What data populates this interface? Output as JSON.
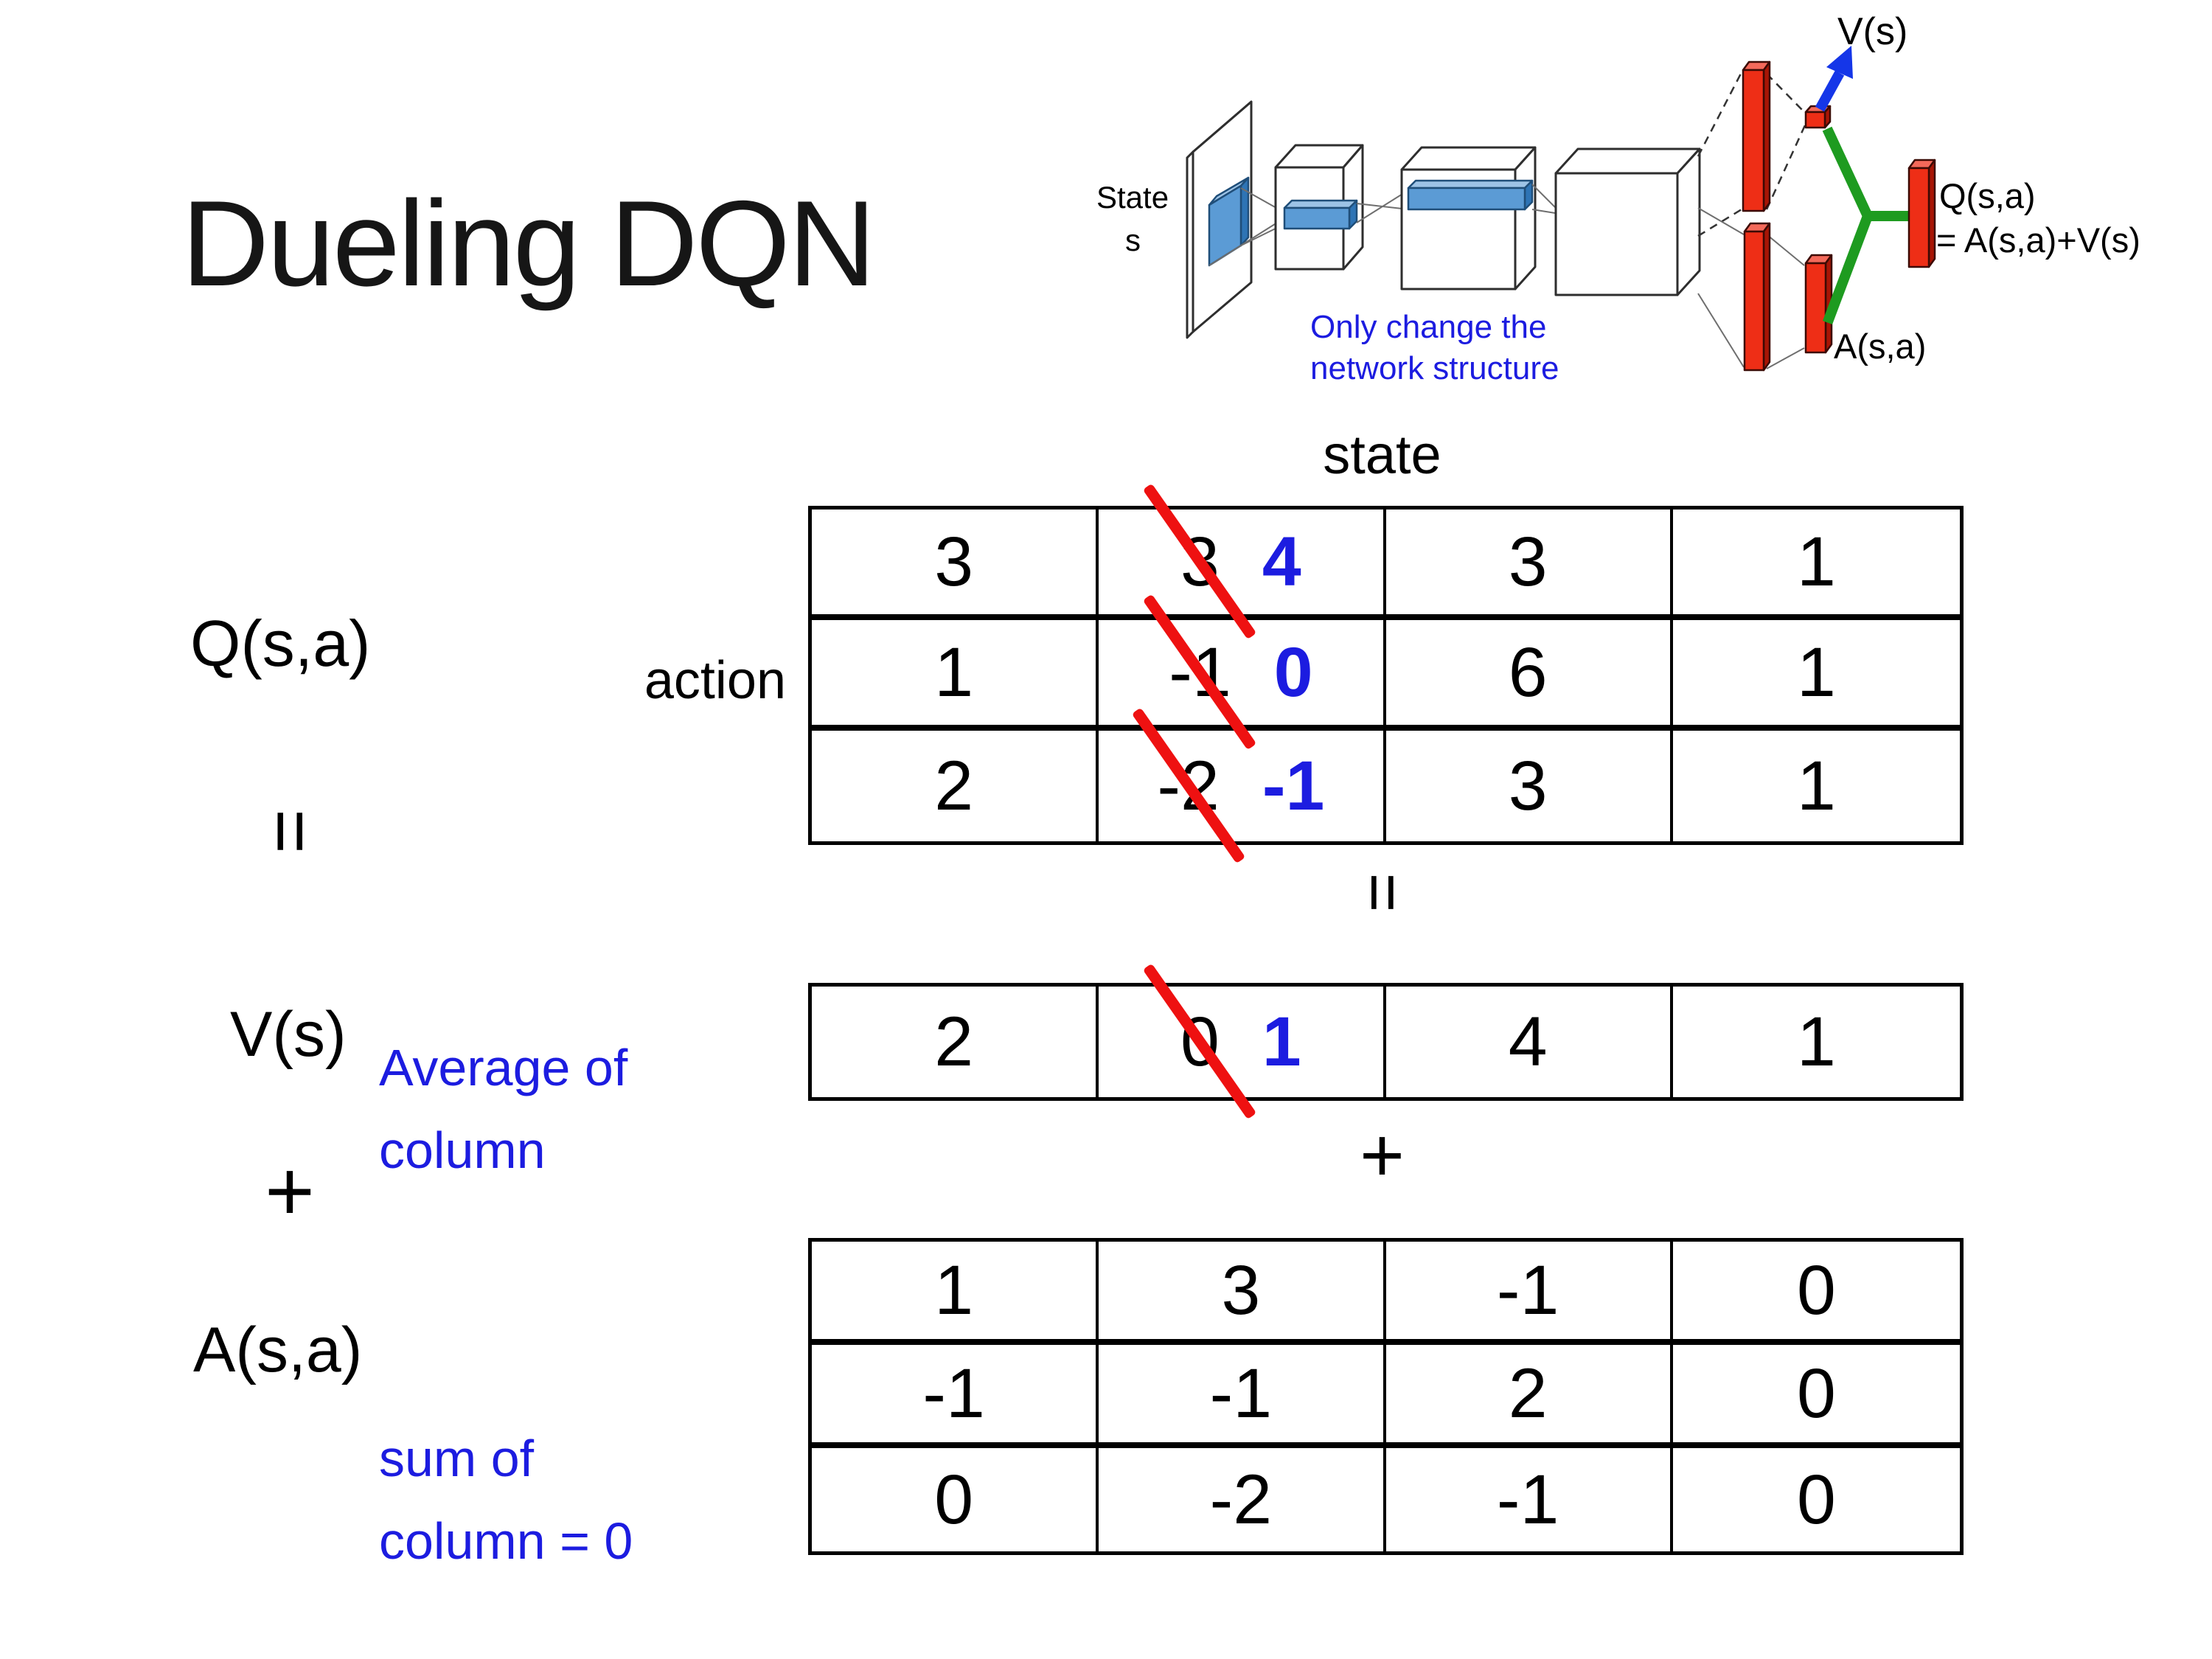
{
  "title": "Dueling DQN",
  "colors": {
    "annotation_blue": "#1c1ce0",
    "strike_red": "#ee1111",
    "bar_red": "#ee2e16",
    "green": "#1e9b20",
    "arrow_blue": "#1536e8",
    "slab_blue": "#5b9bd5"
  },
  "left_panel": {
    "q_label": "Q(s,a)",
    "equals": "=",
    "v_label": "V(s)",
    "plus": "+",
    "a_label": "A(s,a)",
    "avg_note": [
      "Average of",
      "column"
    ],
    "sum_note": [
      "sum of",
      "column = 0"
    ]
  },
  "matrix_section": {
    "state_label": "state",
    "action_label": "action",
    "mid_equals": "=",
    "mid_plus": "+"
  },
  "tables": {
    "q_table": {
      "rows": [
        [
          {
            "v": "3"
          },
          {
            "v": "3",
            "strike": true,
            "new": "4"
          },
          {
            "v": "3"
          },
          {
            "v": "1"
          }
        ],
        [
          {
            "v": "1"
          },
          {
            "v": "-1",
            "strike": true,
            "new": "0"
          },
          {
            "v": "6"
          },
          {
            "v": "1"
          }
        ],
        [
          {
            "v": "2"
          },
          {
            "v": "-2",
            "strike": true,
            "new": "-1"
          },
          {
            "v": "3"
          },
          {
            "v": "1"
          }
        ]
      ]
    },
    "v_table": {
      "rows": [
        [
          {
            "v": "2"
          },
          {
            "v": "0",
            "strike": true,
            "new": "1"
          },
          {
            "v": "4"
          },
          {
            "v": "1"
          }
        ]
      ]
    },
    "a_table": {
      "rows": [
        [
          {
            "v": "1"
          },
          {
            "v": "3"
          },
          {
            "v": "-1"
          },
          {
            "v": "0"
          }
        ],
        [
          {
            "v": "-1"
          },
          {
            "v": "-1"
          },
          {
            "v": "2"
          },
          {
            "v": "0"
          }
        ],
        [
          {
            "v": "0"
          },
          {
            "v": "-2"
          },
          {
            "v": "-1"
          },
          {
            "v": "0"
          }
        ]
      ]
    }
  },
  "diagram": {
    "state_line1": "State",
    "state_line2": "s",
    "note_line1": "Only change the",
    "note_line2": "network structure",
    "v_out": "V(s)",
    "q_out": "Q(s,a)",
    "q_formula": "= A(s,a)+V(s)",
    "a_out": "A(s,a)"
  }
}
